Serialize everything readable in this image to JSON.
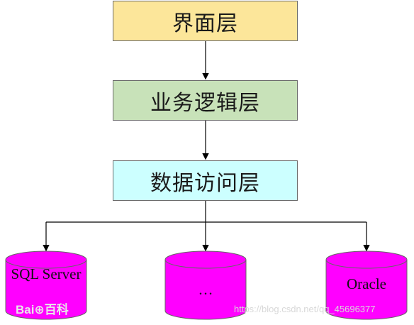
{
  "colors": {
    "ui_layer_fill": "#fce69a",
    "logic_layer_fill": "#c8e2b9",
    "data_layer_fill": "#ccffff",
    "database_fill": "#ff00ff",
    "line": "#000000"
  },
  "layers": {
    "ui": "界面层",
    "logic": "业务逻辑层",
    "data_access": "数据访问层"
  },
  "databases": [
    {
      "label": "SQL Server"
    },
    {
      "label": "…"
    },
    {
      "label": "Oracle"
    }
  ],
  "watermarks": {
    "baidu": "Bai⊕百科",
    "csdn": "https://blog.csdn.net/qq_45696377"
  }
}
